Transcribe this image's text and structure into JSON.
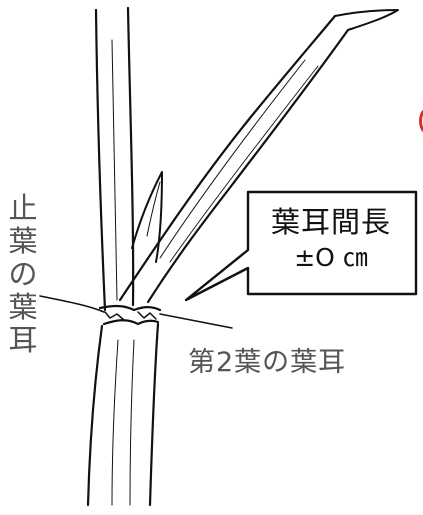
{
  "labels": {
    "flag_leaf_auricle": "止葉の葉耳",
    "second_leaf_auricle": "第2葉の葉耳",
    "callout_line1": "葉耳間長",
    "callout_line2": "±O ㎝"
  }
}
